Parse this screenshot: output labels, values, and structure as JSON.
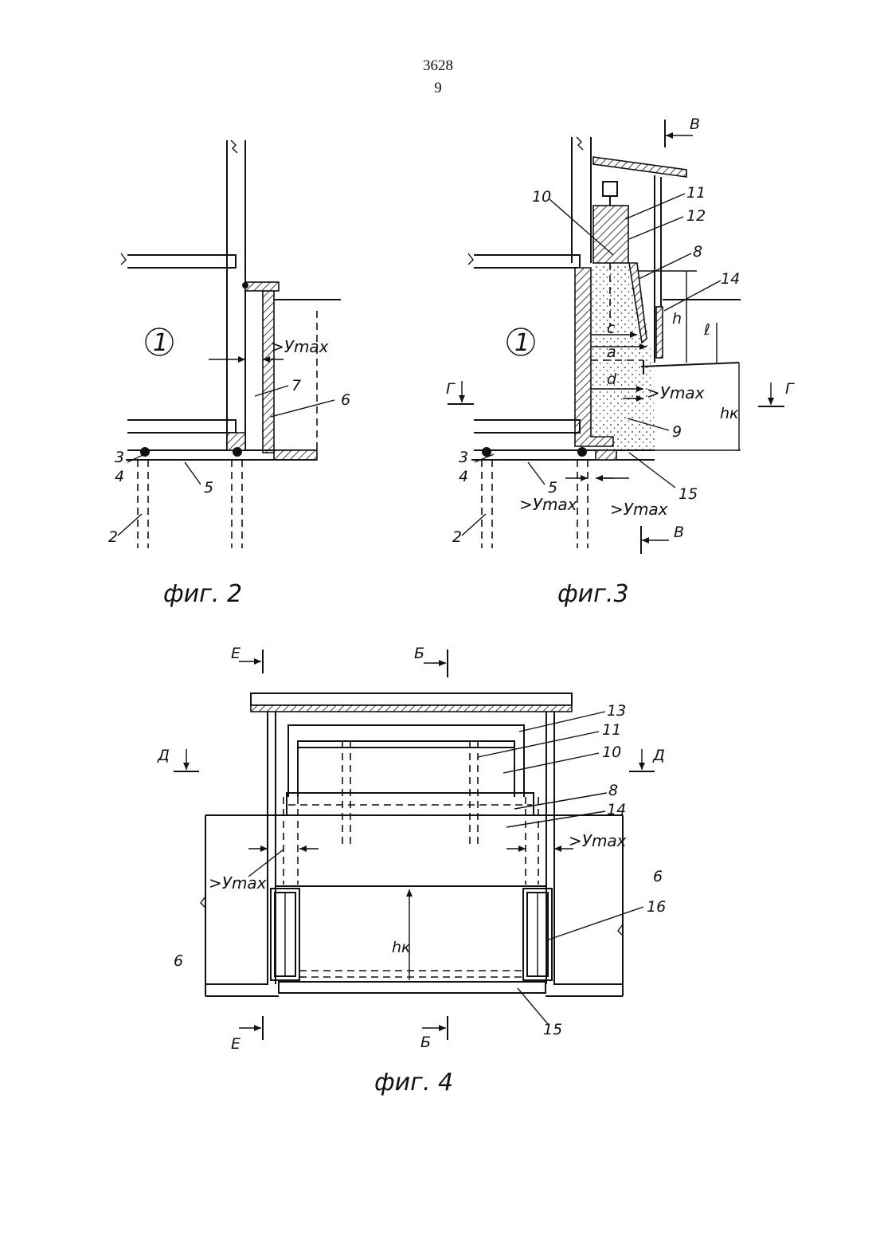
{
  "header": {
    "line1": "3628",
    "line2": "9"
  },
  "fig2": {
    "caption": "фиг. 2",
    "room": "1",
    "labels": [
      "2",
      "3",
      "4",
      "5",
      "6",
      "7"
    ],
    "ymax": ">Уmax"
  },
  "fig3": {
    "caption": "фиг.3",
    "room": "1",
    "labels": [
      "2",
      "3",
      "4",
      "5",
      "8",
      "9",
      "10",
      "11",
      "12",
      "14",
      "15"
    ],
    "dims": [
      "c",
      "a",
      "d",
      "h",
      "ℓ",
      "hк"
    ],
    "section_marks": [
      "В",
      "В",
      "Г",
      "Г"
    ],
    "ymax": ">Уmax"
  },
  "fig4": {
    "caption": "фиг. 4",
    "labels": [
      "6",
      "6",
      "8",
      "10",
      "11",
      "13",
      "14",
      "15",
      "16"
    ],
    "dims": [
      "hк"
    ],
    "section_marks": [
      "Е",
      "Е",
      "Б",
      "Б",
      "Д",
      "Д"
    ],
    "ymax": ">Уmax"
  },
  "colors": {
    "ink": "#111111",
    "paper": "#ffffff"
  }
}
